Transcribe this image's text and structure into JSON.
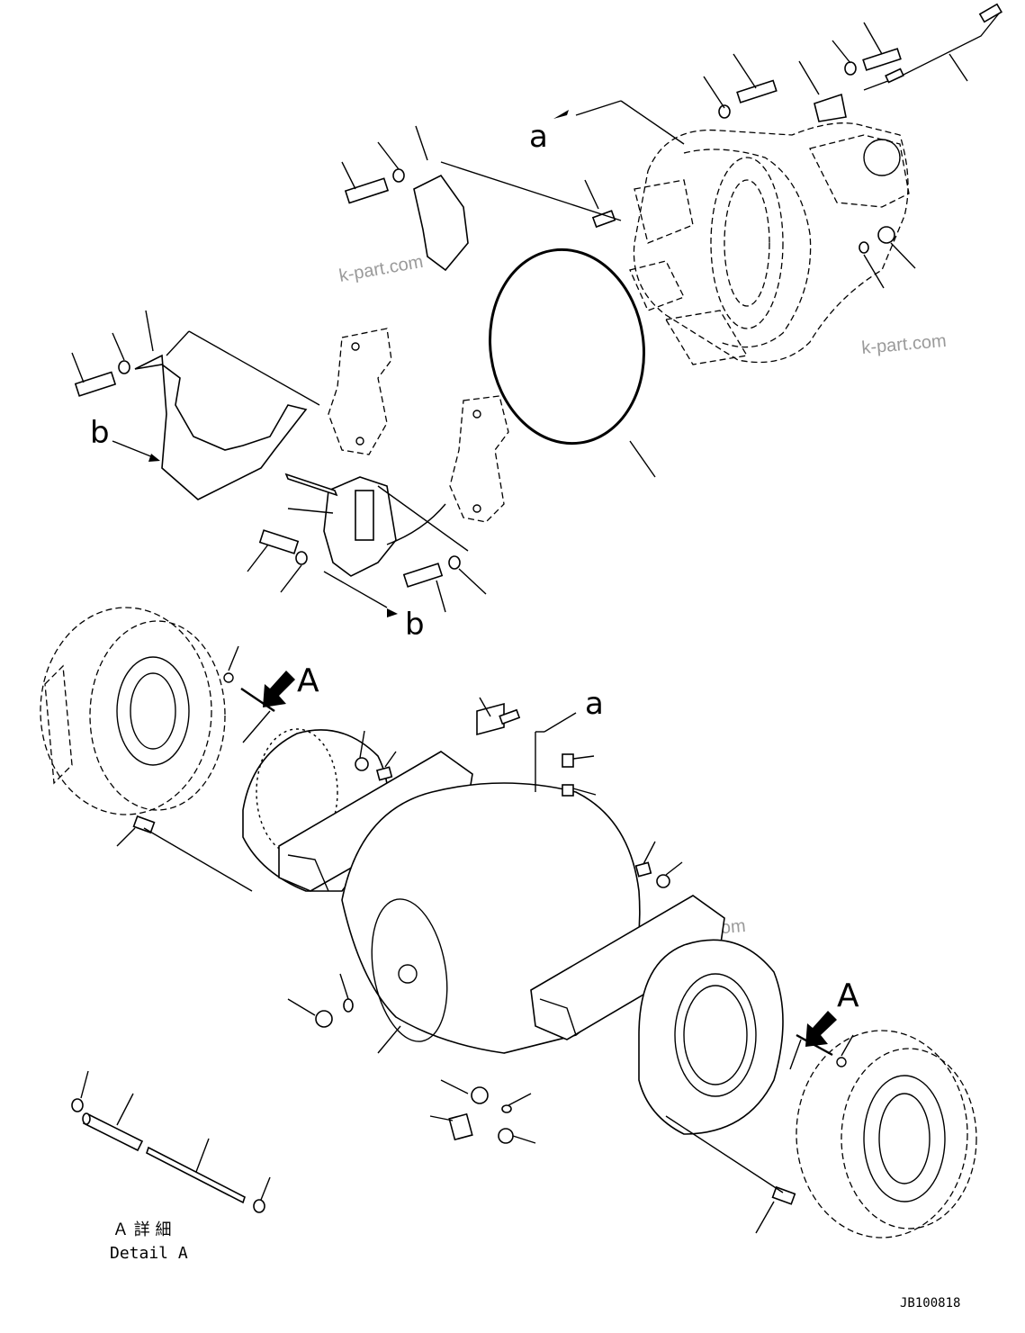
{
  "labels": {
    "ref_a": "a",
    "ref_b": "b",
    "ref_A": "A"
  },
  "watermark": "k-part.com",
  "detail": {
    "title_jp": "Ａ 詳 細",
    "title_en": "Detail A"
  },
  "drawing_code": "JB100818"
}
